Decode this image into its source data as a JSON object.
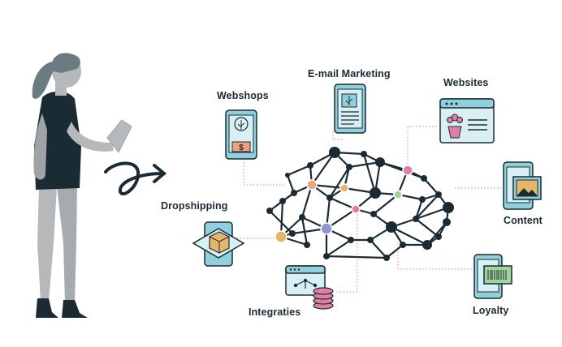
{
  "labels": {
    "webshops": "Webshops",
    "email_marketing": "E-mail Marketing",
    "websites": "Websites",
    "dropshipping": "Dropshipping",
    "content": "Content",
    "integraties": "Integraties",
    "loyalty": "Loyalty"
  },
  "icons": {
    "webshops": "phone-shop-icon",
    "email_marketing": "phone-newsletter-icon",
    "websites": "browser-window-icon",
    "dropshipping": "package-box-icon",
    "content": "phone-image-icon",
    "integraties": "browser-database-icon",
    "loyalty": "phone-barcode-icon",
    "person": "woman-with-tablet-icon",
    "arrow": "curly-arrow-icon",
    "network": "network-cloud-icon"
  },
  "colors": {
    "dark": "#1a2b34",
    "teal": "#8fd0dc",
    "person_grey": "#9ea3a6",
    "hair": "#6b7b82",
    "node_orange": "#e8a77c",
    "node_pink": "#e07fa5",
    "node_green": "#a3d39c",
    "node_blue": "#8c97d0",
    "node_gold": "#e5b56a",
    "currency_orange": "#f2a27a"
  },
  "currency_symbol": "$"
}
